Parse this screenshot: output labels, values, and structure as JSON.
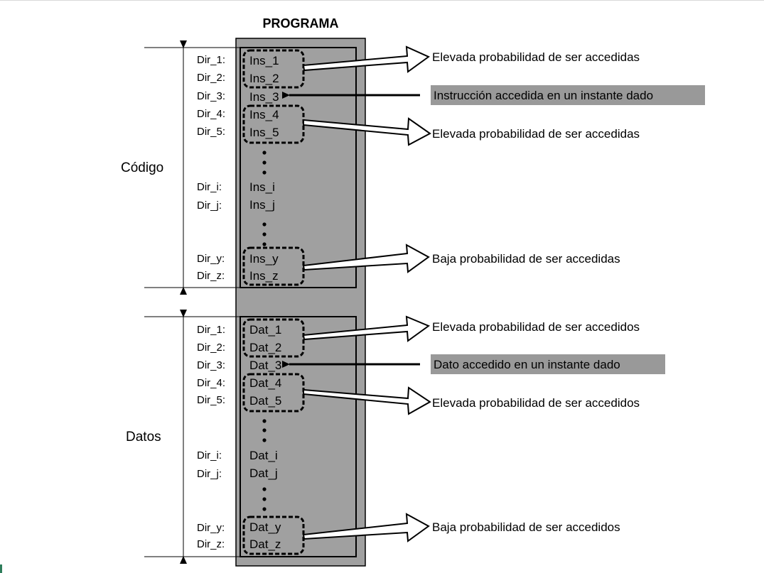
{
  "title": "PROGRAMA",
  "colors": {
    "program_fill": "#a0a0a0",
    "highlight_fill": "#999999",
    "stroke": "#000000"
  },
  "segments": [
    {
      "name": "Código",
      "rows": [
        {
          "addr": "Dir_1:",
          "cell": "Ins_1"
        },
        {
          "addr": "Dir_2:",
          "cell": "Ins_2"
        },
        {
          "addr": "Dir_3:",
          "cell": "Ins_3"
        },
        {
          "addr": "Dir_4:",
          "cell": "Ins_4"
        },
        {
          "addr": "Dir_5:",
          "cell": "Ins_5"
        },
        {
          "addr": "Dir_i:",
          "cell": "Ins_i"
        },
        {
          "addr": "Dir_j:",
          "cell": "Ins_j"
        },
        {
          "addr": "Dir_y:",
          "cell": "Ins_y"
        },
        {
          "addr": "Dir_z:",
          "cell": "Ins_z"
        }
      ],
      "annotations": [
        "Elevada probabilidad de ser accedidas",
        "Instrucción accedida en un instante dado",
        "Elevada probabilidad de ser accedidas",
        "Baja probabilidad de ser accedidas"
      ]
    },
    {
      "name": "Datos",
      "rows": [
        {
          "addr": "Dir_1:",
          "cell": "Dat_1"
        },
        {
          "addr": "Dir_2:",
          "cell": "Dat_2"
        },
        {
          "addr": "Dir_3:",
          "cell": "Dat_3"
        },
        {
          "addr": "Dir_4:",
          "cell": "Dat_4"
        },
        {
          "addr": "Dir_5:",
          "cell": "Dat_5"
        },
        {
          "addr": "Dir_i:",
          "cell": "Dat_i"
        },
        {
          "addr": "Dir_j:",
          "cell": "Dat_j"
        },
        {
          "addr": "Dir_y:",
          "cell": "Dat_y"
        },
        {
          "addr": "Dir_z:",
          "cell": "Dat_z"
        }
      ],
      "annotations": [
        "Elevada probabilidad de ser accedidos",
        "Dato accedido en un instante dado",
        "Elevada probabilidad de ser accedidos",
        "Baja probabilidad de ser accedidos"
      ]
    }
  ]
}
